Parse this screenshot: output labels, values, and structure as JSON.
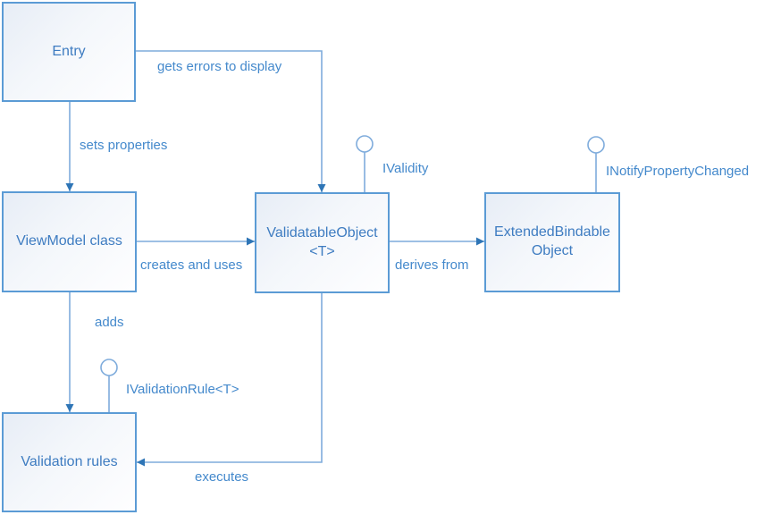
{
  "diagram": {
    "nodes": [
      {
        "id": "entry",
        "label": "Entry"
      },
      {
        "id": "viewmodel",
        "label": "ViewModel class"
      },
      {
        "id": "validatable",
        "label": "ValidatableObject\n<T>"
      },
      {
        "id": "extended",
        "label": "ExtendedBindable\nObject"
      },
      {
        "id": "rules",
        "label": "Validation rules"
      }
    ],
    "edges": [
      {
        "id": "gets-errors",
        "from": "entry",
        "to": "validatable",
        "label": "gets errors to display"
      },
      {
        "id": "sets-properties",
        "from": "entry",
        "to": "viewmodel",
        "label": "sets properties"
      },
      {
        "id": "creates-uses",
        "from": "viewmodel",
        "to": "validatable",
        "label": "creates and uses"
      },
      {
        "id": "derives-from",
        "from": "validatable",
        "to": "extended",
        "label": "derives from"
      },
      {
        "id": "adds",
        "from": "viewmodel",
        "to": "rules",
        "label": "adds"
      },
      {
        "id": "executes",
        "from": "validatable",
        "to": "rules",
        "label": "executes"
      }
    ],
    "interfaces": [
      {
        "id": "ivalidity",
        "on": "validatable",
        "label": "IValidity"
      },
      {
        "id": "inotify",
        "on": "extended",
        "label": "INotifyPropertyChanged"
      },
      {
        "id": "ivalrule",
        "on": "rules",
        "label": "IValidationRule<T>"
      }
    ],
    "colors": {
      "node_border": "#5B9BD5",
      "node_fill_start": "#E7EDF6",
      "node_fill_end": "#FEFEFF",
      "connector_line": "#7FACDC",
      "arrowhead": "#2E75B6",
      "node_text": "#3E7CC1",
      "edge_label_text": "#4489CC",
      "background": "#FFFFFF"
    }
  }
}
